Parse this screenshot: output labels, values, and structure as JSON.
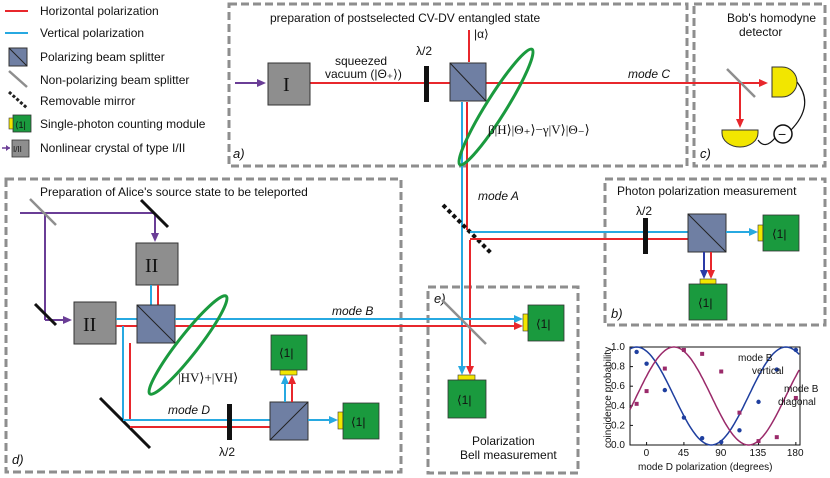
{
  "legend": {
    "items": [
      {
        "label": "Horizontal polarization",
        "icon": "red-line-icon"
      },
      {
        "label": "Vertical polarization",
        "icon": "blue-line-icon"
      },
      {
        "label": "Polarizing beam splitter",
        "icon": "pbs-icon"
      },
      {
        "label": "Non-polarizing beam splitter",
        "icon": "npbs-icon"
      },
      {
        "label": "Removable mirror",
        "icon": "dashed-mirror-icon"
      },
      {
        "label": "Single-photon counting module",
        "icon": "spcm-icon",
        "symbol": "⟨1|"
      },
      {
        "label": "Nonlinear crystal of type I/II",
        "icon": "crystal-icon",
        "symbol": "I/II"
      }
    ]
  },
  "colors": {
    "horizontal": "#e8272c",
    "vertical": "#27a9e1",
    "pump": "#6a3d96",
    "pbs": "#6f7fa3",
    "crystal": "#8e8e8e",
    "spcm_body": "#1a9a3e",
    "spcm_window": "#f2e600",
    "ellipse": "#1a9a3e",
    "box_border": "#8e8e8e",
    "fit_mode_b_vertical": "#1f3f9f",
    "fit_mode_b_diagonal": "#9a2a6a"
  },
  "panels": {
    "a": {
      "title": "preparation of postselected CV-DV entangled state",
      "tag": "a)",
      "squeezed_label_1": "squeezed",
      "squeezed_label_2": "vacuum (|Θ₊⟩)",
      "half_wave": "λ/2",
      "alpha": "|α⟩",
      "state": "β|H⟩|Θ₊⟩−γ|V⟩|Θ₋⟩",
      "crystal_symbol": "I"
    },
    "b": {
      "title": "Photon polarization measurement",
      "tag": "b)",
      "half_wave": "λ/2"
    },
    "c": {
      "title_1": "Bob's homodyne",
      "title_2": "detector",
      "tag": "c)",
      "minus": "−"
    },
    "d": {
      "title": "Preparation of Alice's source state to be teleported",
      "tag": "d)",
      "half_wave": "λ/2",
      "state": "|HV⟩+|VH⟩",
      "crystal_symbol": "II"
    },
    "e": {
      "title_1": "Polarization",
      "title_2": "Bell  measurement",
      "tag": "e)"
    }
  },
  "modes": {
    "A": "mode A",
    "B": "mode B",
    "C": "mode C",
    "D": "mode D"
  },
  "spcm_symbol": "⟨1|",
  "chart_data": {
    "type": "scatter",
    "xlabel": "mode D polarization (degrees)",
    "ylabel": "coincidence probability",
    "xlim": [
      -20,
      185
    ],
    "ylim": [
      0,
      1.0
    ],
    "x_ticks": [
      0,
      45,
      90,
      135,
      180
    ],
    "y_ticks": [
      0.0,
      0.2,
      0.4,
      0.6,
      0.8,
      1.0
    ],
    "grid": false,
    "legend": "in-plot labels right",
    "series": [
      {
        "name": "mode B vertical",
        "points": [
          [
            -12,
            0.95
          ],
          [
            0,
            0.83
          ],
          [
            22,
            0.56
          ],
          [
            45,
            0.28
          ],
          [
            67,
            0.07
          ],
          [
            90,
            0.03
          ],
          [
            112,
            0.15
          ],
          [
            135,
            0.44
          ],
          [
            157,
            0.77
          ],
          [
            180,
            0.97
          ]
        ],
        "fit": "0.5+0.5*cos(2*(x+12))"
      },
      {
        "name": "mode B diagonal",
        "points": [
          [
            -12,
            0.42
          ],
          [
            0,
            0.55
          ],
          [
            22,
            0.78
          ],
          [
            45,
            0.97
          ],
          [
            67,
            0.93
          ],
          [
            90,
            0.75
          ],
          [
            112,
            0.33
          ],
          [
            135,
            0.04
          ],
          [
            157,
            0.08
          ],
          [
            180,
            0.48
          ]
        ],
        "fit": "0.5+0.5*sin(2*(x+12))"
      }
    ]
  }
}
